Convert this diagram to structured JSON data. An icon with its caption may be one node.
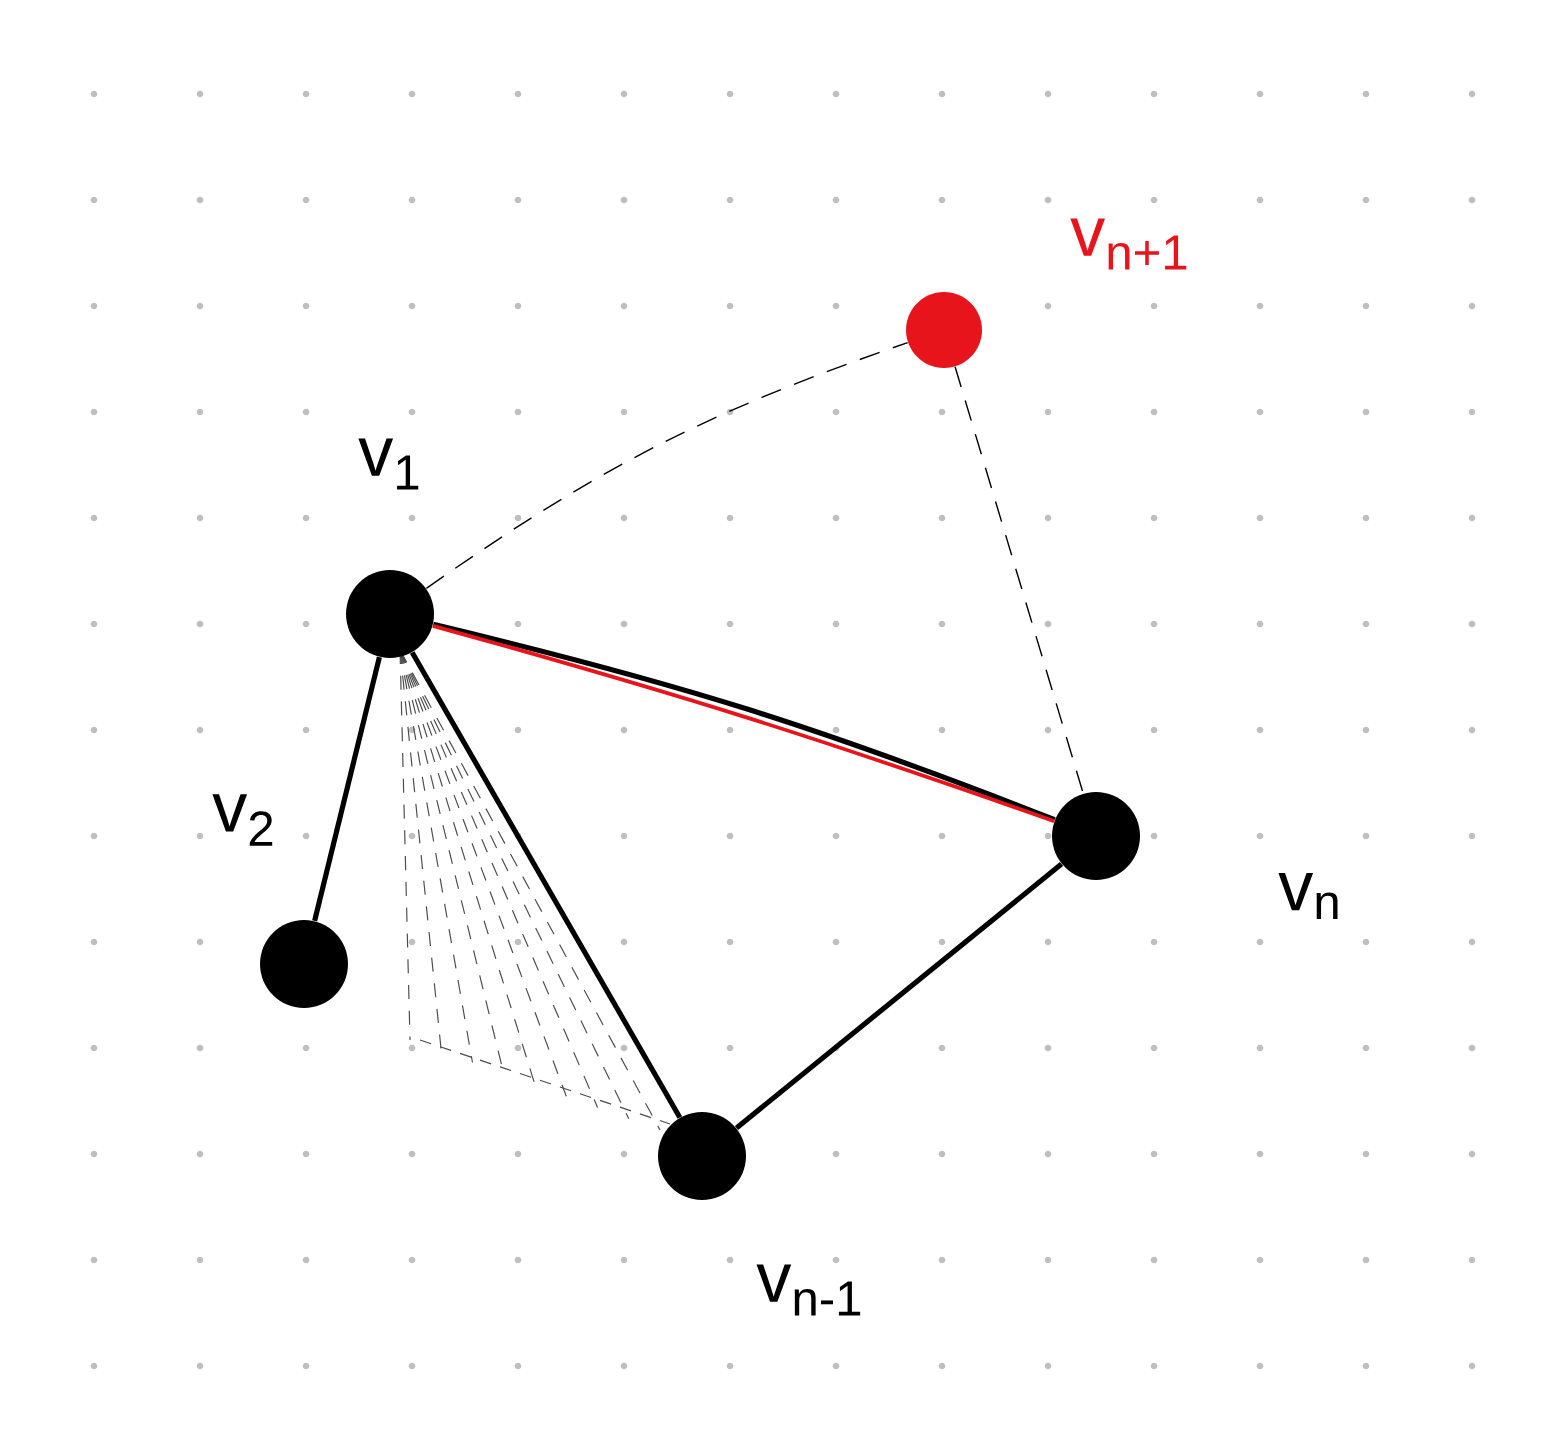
{
  "diagram": {
    "nodes": [
      {
        "text": [],
        "shape": "circle",
        "beside": [
          "v$_{1}$"
        ]
      },
      {
        "text": [],
        "shape": "circle",
        "beside": [
          "v$_{2}$"
        ]
      },
      {
        "text": [],
        "shape": "circle",
        "beside": [
          "v$_{n-1}$"
        ]
      },
      {
        "text": [],
        "shape": "circle",
        "beside": [
          "v$_{n}$"
        ]
      },
      {
        "text": [],
        "shape": "circle",
        "beside": [
          "v$_{n+1}$"
        ]
      }
    ],
    "edges": [
      {
        "from": 0,
        "to": 1,
        "arrow": "none"
      },
      {
        "from": 0,
        "to": 2,
        "arrow": "none"
      },
      {
        "from": 2,
        "to": 3,
        "arrow": "none"
      },
      {
        "from": 0,
        "to": 3,
        "arrow": "none"
      },
      {
        "from": 0,
        "to": 3,
        "arrow": "none",
        "color": "#e8141c"
      },
      {
        "from": 0,
        "to": 4,
        "arrow": "none",
        "style": "dashed"
      },
      {
        "from": 4,
        "to": 3,
        "arrow": "none",
        "style": "dashed"
      }
    ]
  }
}
